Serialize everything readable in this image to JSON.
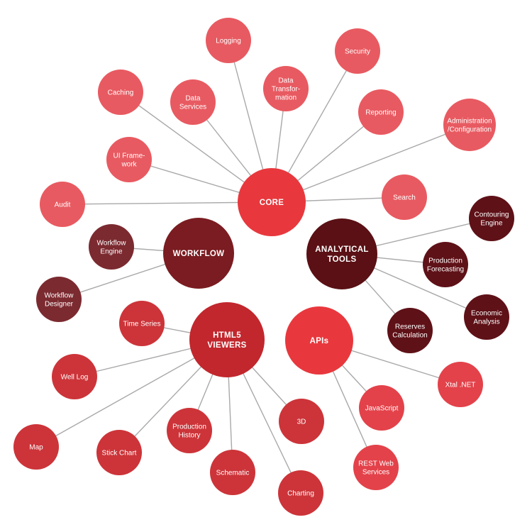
{
  "colors": {
    "core_hub": "#e8383d",
    "core_leaf": "#e85a61",
    "workflow_hub": "#7a1c21",
    "workflow_leaf": "#7b2a30",
    "analytical_hub": "#5a1014",
    "analytical_leaf": "#5e1117",
    "html5_hub": "#c1272d",
    "html5_leaf": "#cc3439",
    "apis_hub": "#e8383d",
    "apis_leaf": "#e3424a",
    "edge": "#a9a9a9"
  },
  "hubs": [
    {
      "id": "core",
      "label": [
        "CORE"
      ],
      "group": "core"
    },
    {
      "id": "workflow",
      "label": [
        "WORKFLOW"
      ],
      "group": "workflow"
    },
    {
      "id": "analytical",
      "label": [
        "ANALYTICAL",
        "TOOLS"
      ],
      "group": "analytical"
    },
    {
      "id": "html5",
      "label": [
        "HTML5",
        "VIEWERS"
      ],
      "group": "html5"
    },
    {
      "id": "apis",
      "label": [
        "APIs"
      ],
      "group": "apis"
    }
  ],
  "leaves": [
    {
      "id": "logging",
      "hub": "core",
      "label": [
        "Logging"
      ]
    },
    {
      "id": "security",
      "hub": "core",
      "label": [
        "Security"
      ]
    },
    {
      "id": "caching",
      "hub": "core",
      "label": [
        "Caching"
      ]
    },
    {
      "id": "data-services",
      "hub": "core",
      "label": [
        "Data",
        "Services"
      ]
    },
    {
      "id": "data-transformation",
      "hub": "core",
      "label": [
        "Data",
        "Transfor-",
        "mation"
      ]
    },
    {
      "id": "reporting",
      "hub": "core",
      "label": [
        "Reporting"
      ]
    },
    {
      "id": "administration-configuration",
      "hub": "core",
      "label": [
        "Administration",
        "/Configuration"
      ]
    },
    {
      "id": "ui-framework",
      "hub": "core",
      "label": [
        "UI Frame-",
        "work"
      ]
    },
    {
      "id": "audit",
      "hub": "core",
      "label": [
        "Audit"
      ]
    },
    {
      "id": "search",
      "hub": "core",
      "label": [
        "Search"
      ]
    },
    {
      "id": "workflow-engine",
      "hub": "workflow",
      "label": [
        "Workflow",
        "Engine"
      ]
    },
    {
      "id": "workflow-designer",
      "hub": "workflow",
      "label": [
        "Workflow",
        "Designer"
      ]
    },
    {
      "id": "contouring-engine",
      "hub": "analytical",
      "label": [
        "Contouring",
        "Engine"
      ]
    },
    {
      "id": "production-forecasting",
      "hub": "analytical",
      "label": [
        "Production",
        "Forecasting"
      ]
    },
    {
      "id": "economic-analysis",
      "hub": "analytical",
      "label": [
        "Economic",
        "Analysis"
      ]
    },
    {
      "id": "reserves-calculation",
      "hub": "analytical",
      "label": [
        "Reserves",
        "Calculation"
      ]
    },
    {
      "id": "time-series",
      "hub": "html5",
      "label": [
        "Time Series"
      ]
    },
    {
      "id": "well-log",
      "hub": "html5",
      "label": [
        "Well Log"
      ]
    },
    {
      "id": "map",
      "hub": "html5",
      "label": [
        "Map"
      ]
    },
    {
      "id": "stick-chart",
      "hub": "html5",
      "label": [
        "Stick Chart"
      ]
    },
    {
      "id": "production-history",
      "hub": "html5",
      "label": [
        "Production",
        "History"
      ]
    },
    {
      "id": "schematic",
      "hub": "html5",
      "label": [
        "Schematic"
      ]
    },
    {
      "id": "charting",
      "hub": "html5",
      "label": [
        "Charting"
      ]
    },
    {
      "id": "3d",
      "hub": "html5",
      "label": [
        "3D"
      ]
    },
    {
      "id": "xtal-net",
      "hub": "apis",
      "label": [
        "Xtal .NET"
      ]
    },
    {
      "id": "javascript",
      "hub": "apis",
      "label": [
        "JavaScript"
      ]
    },
    {
      "id": "rest-web-services",
      "hub": "apis",
      "label": [
        "REST Web",
        "Services"
      ]
    }
  ]
}
